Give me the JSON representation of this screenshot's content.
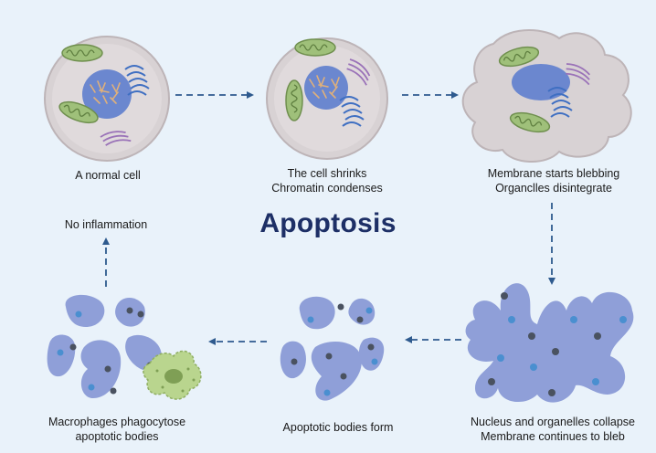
{
  "title": "Apoptosis",
  "stages": {
    "normal": {
      "line1": "A normal cell"
    },
    "shrink": {
      "line1": "The cell shrinks",
      "line2": "Chromatin condenses"
    },
    "bleb": {
      "line1": "Membrane starts blebbing",
      "line2": "Organclles disintegrate"
    },
    "collapse": {
      "line1": "Nucleus and organelles collapse",
      "line2": "Membrane continues to bleb"
    },
    "bodies": {
      "line1": "Apoptotic bodies form"
    },
    "macro": {
      "line1": "Macrophages phagocytose",
      "line2": "apoptotic bodies"
    },
    "noinf": {
      "line1": "No inflammation"
    }
  },
  "colors": {
    "background": "#e9f2fa",
    "cell_fill": "#d8d2d4",
    "nucleus": "#6b87cf",
    "mitochondria": "#8faf6a",
    "er": "#3f6fc2",
    "golgi": "#9a72b8",
    "body_fill": "#8f9fd8",
    "arrow": "#2e5a8e",
    "macrophage": "#b9d58e",
    "title": "#1d2f66"
  }
}
